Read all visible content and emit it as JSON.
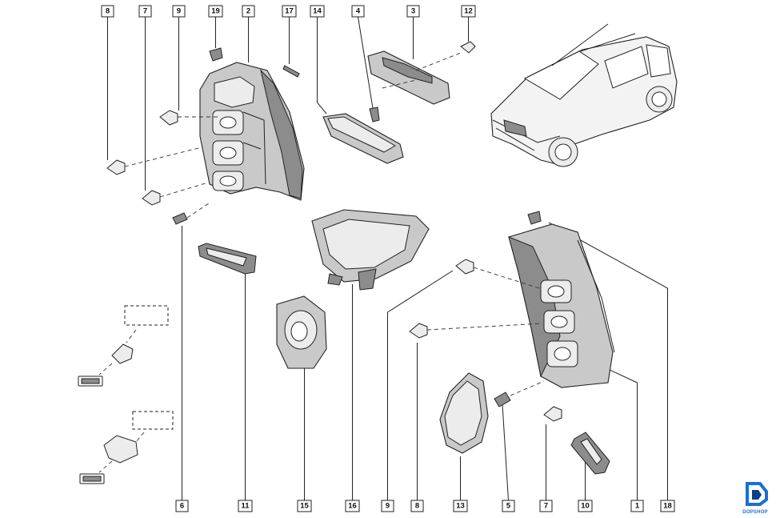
{
  "callouts": {
    "top": [
      "8",
      "7",
      "9",
      "19",
      "2",
      "17",
      "14",
      "4",
      "3",
      "12"
    ],
    "bottom": [
      "6",
      "11",
      "15",
      "16",
      "9",
      "8",
      "13",
      "5",
      "7",
      "10",
      "1",
      "18"
    ]
  },
  "logo": {
    "text": "DOPSHOP",
    "colors": {
      "primary": "#1b6fd0",
      "dark": "#0d3f86"
    }
  }
}
